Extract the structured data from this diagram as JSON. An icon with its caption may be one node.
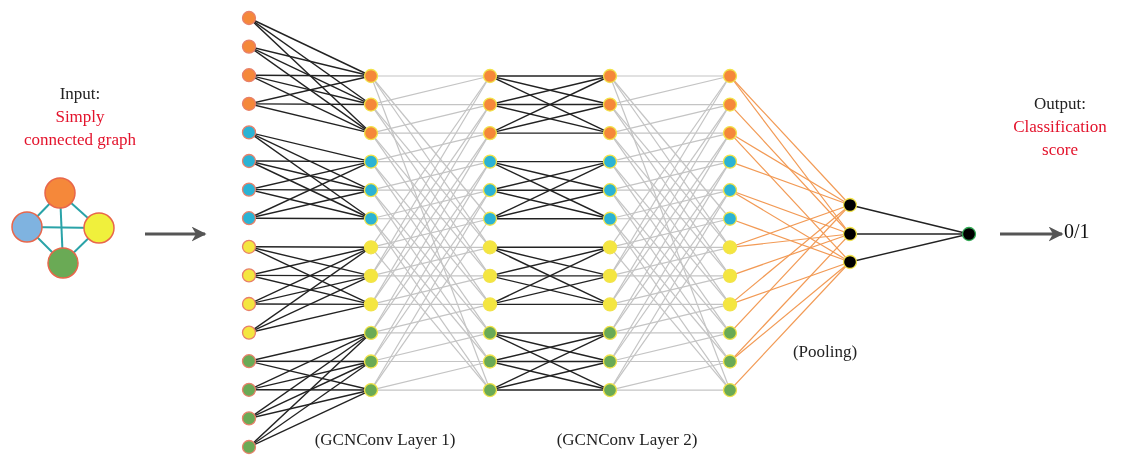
{
  "diagram": {
    "nodes": [
      {
        "text": [],
        "shape": "picture"
      },
      {
        "text": [],
        "shape": "picture"
      },
      {
        "text": [
          "0/1"
        ]
      }
    ],
    "edges": [
      {
        "from": 0,
        "to": 1,
        "arrow": "to"
      },
      {
        "from": 1,
        "to": 2,
        "arrow": "to"
      }
    ],
    "labels": [
      "Input:",
      "Simply connected graph",
      "Output:",
      "Classification score",
      "(Pooling)",
      "(GCNConv Layer 1)",
      "(GCNConv Layer 2)"
    ]
  }
}
